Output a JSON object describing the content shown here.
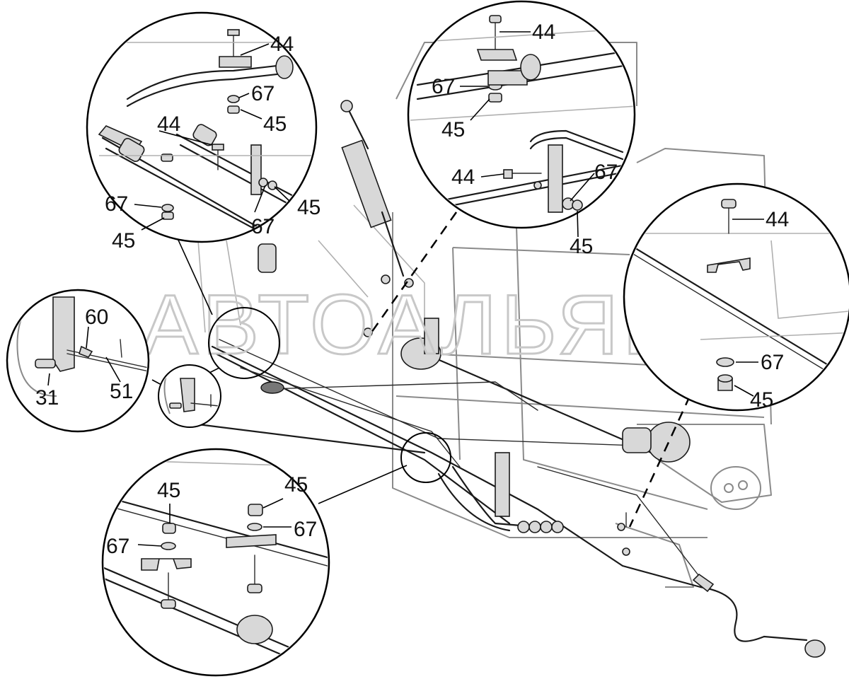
{
  "watermark": "АВТОАЛЬЯНС",
  "labels": {
    "c1_44": "44",
    "c1_67a": "67",
    "c1_45a": "45",
    "c1_44b": "44",
    "c1_67b": "67",
    "c1_45b": "45",
    "c1_67c": "67",
    "c1_45c": "45",
    "c2_44": "44",
    "c2_67": "67",
    "c2_45": "45",
    "c2_44b": "44",
    "c2_67b": "67",
    "c2_45b": "45",
    "c3_44": "44",
    "c3_67": "67",
    "c3_45": "45",
    "c4_60": "60",
    "c4_31": "31",
    "c4_51": "51",
    "c5_45a": "45",
    "c5_45b": "45",
    "c5_67a": "67",
    "c5_67b": "67"
  }
}
